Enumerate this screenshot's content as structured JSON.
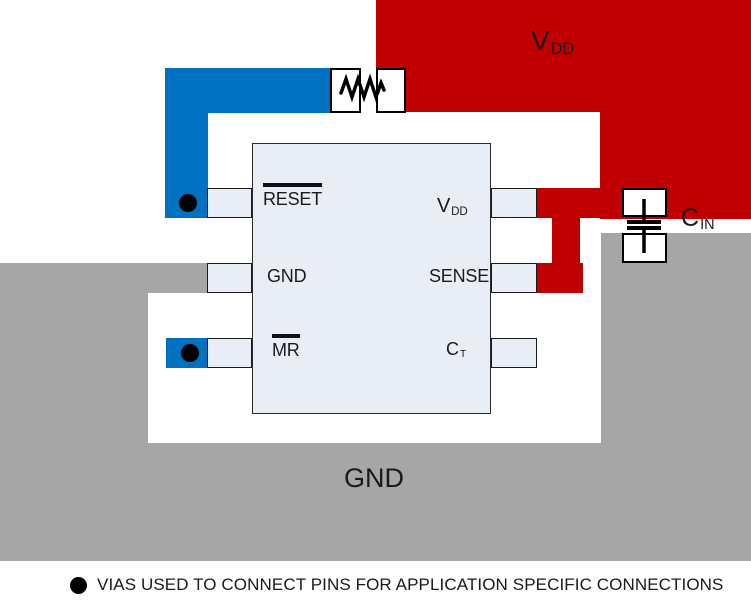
{
  "colors": {
    "red": "#C00000",
    "blue": "#0070C0",
    "gray": "#A6A6A6",
    "ic_fill": "#E9EDF6",
    "ink": "#1A1A1A"
  },
  "planes": {
    "vdd": {
      "label_main": "V",
      "label_sub": "DD"
    },
    "gnd": {
      "label": "GND"
    }
  },
  "ic": {
    "pins": {
      "reset": {
        "label": "RESET",
        "overline": true
      },
      "gnd": {
        "label": "GND",
        "overline": false
      },
      "mr": {
        "label": "MR",
        "overline": true
      },
      "vdd": {
        "label_main": "V",
        "label_sub": "DD"
      },
      "sense": {
        "label": "SENSE"
      },
      "ct": {
        "label_main": "C",
        "label_sub": "T"
      }
    }
  },
  "components": {
    "resistor": {
      "name": "resistor-footprint"
    },
    "cin": {
      "label_main": "C",
      "label_sub": "IN"
    }
  },
  "legend": {
    "text": "VIAS USED TO CONNECT PINS FOR APPLICATION SPECIFIC CONNECTIONS"
  }
}
